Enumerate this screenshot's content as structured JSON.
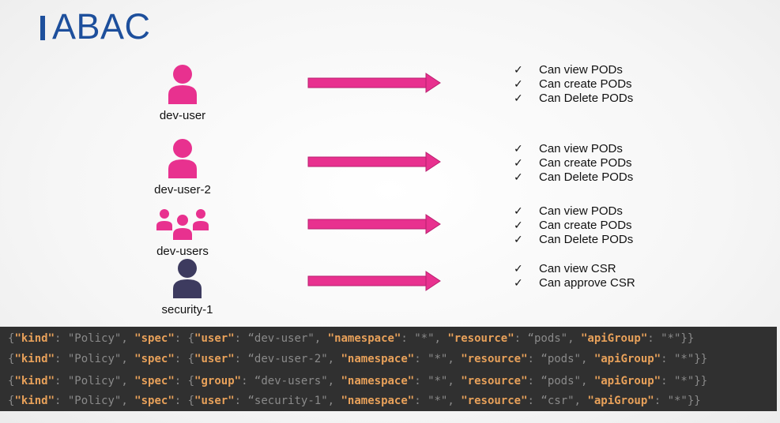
{
  "title": "ABAC",
  "colors": {
    "accent": "#1d4f9c",
    "pink": "#e8318f",
    "dark_user": "#3d3b5f",
    "code_key": "#e8a15a",
    "code_bg": "#303030"
  },
  "users": [
    {
      "label": "dev-user",
      "icon": "user-icon"
    },
    {
      "label": "dev-user-2",
      "icon": "user-icon"
    },
    {
      "label": "dev-users",
      "icon": "user-group-icon"
    },
    {
      "label": "security-1",
      "icon": "user-icon"
    }
  ],
  "permissions": [
    [
      "Can view PODs",
      "Can create PODs",
      "Can Delete PODs"
    ],
    [
      "Can view PODs",
      "Can create PODs",
      "Can Delete PODs"
    ],
    [
      "Can view PODs",
      "Can create PODs",
      "Can Delete PODs"
    ],
    [
      "Can view CSR",
      "Can approve CSR"
    ]
  ],
  "check_symbol": "✓",
  "code": {
    "k_kind": "\"kind\"",
    "v_policy": "\"Policy\"",
    "k_spec": "\"spec\"",
    "k_user": "\"user\"",
    "k_group": "\"group\"",
    "k_namespace": "\"namespace\"",
    "v_star": "\"*\"",
    "k_resource": "\"resource\"",
    "k_apigroup": "\"apiGroup\"",
    "lines": [
      {
        "subject_key": "\"user\"",
        "subject": "“dev-user\"",
        "resource": "“pods\""
      },
      {
        "subject_key": "\"user\"",
        "subject": "“dev-user-2\"",
        "resource": "“pods\""
      },
      {
        "subject_key": "\"group\"",
        "subject": "“dev-users\"",
        "resource": "“pods\""
      },
      {
        "subject_key": "\"user\"",
        "subject": "“security-1\"",
        "resource": "“csr\""
      }
    ]
  }
}
